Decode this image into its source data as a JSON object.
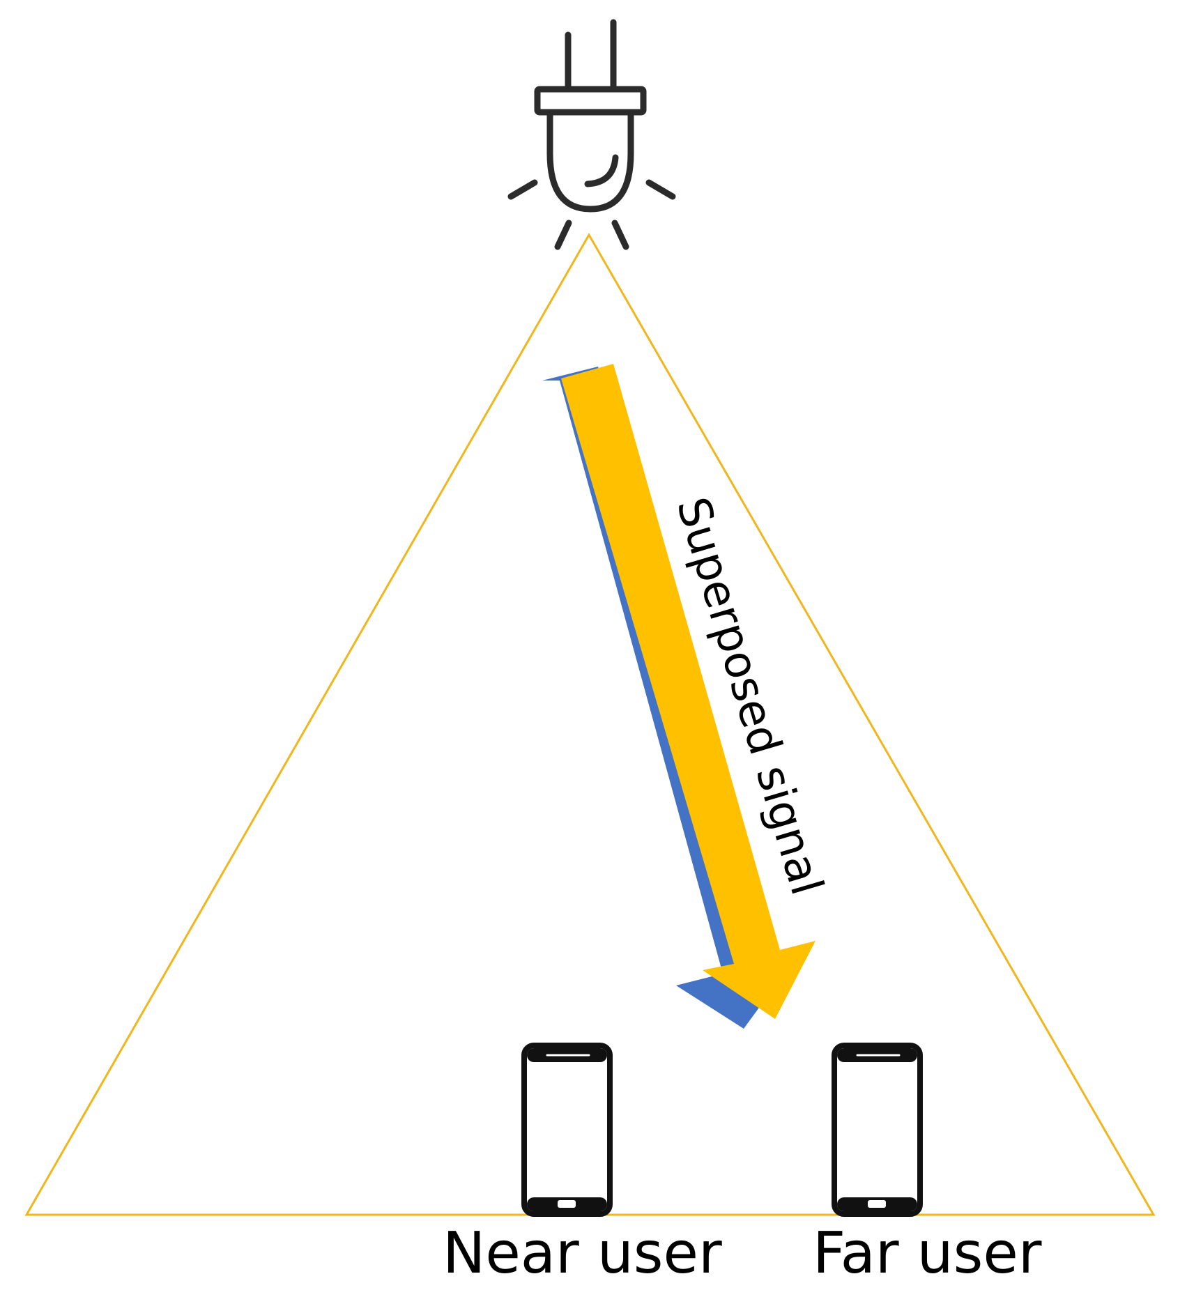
{
  "signal_label": "Superposed signal",
  "users": [
    {
      "label": "Near user"
    },
    {
      "label": "Far user"
    }
  ],
  "colors": {
    "coverage_cone": "#F2B51C",
    "signal_primary": "#FFC000",
    "signal_secondary": "#4472C4",
    "icon_stroke": "#2B2B2B",
    "text": "#000000"
  },
  "icons": {
    "transmitter": "led-light-icon",
    "receiver": "smartphone-icon"
  }
}
